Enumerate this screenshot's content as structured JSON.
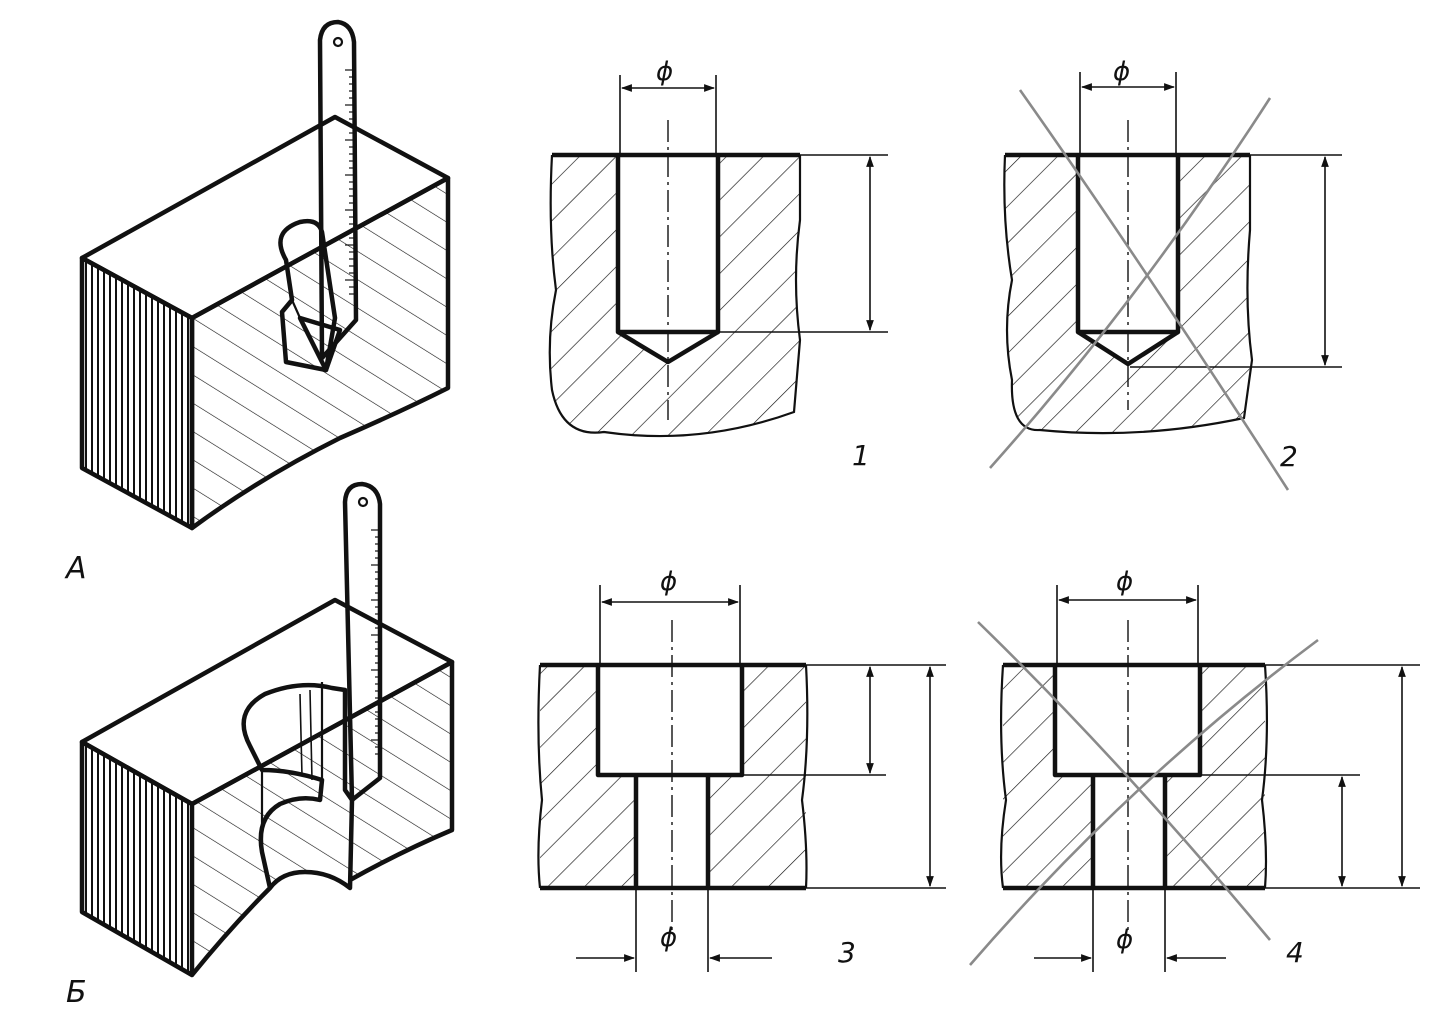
{
  "labels": {
    "view_a": "А",
    "view_b": "Б",
    "fig1": "1",
    "fig2": "2",
    "fig3": "3",
    "fig4": "4",
    "diameter": "ϕ"
  },
  "colors": {
    "ink": "#111111",
    "crossout": "#8a8a8a",
    "paper": "#ffffff"
  }
}
